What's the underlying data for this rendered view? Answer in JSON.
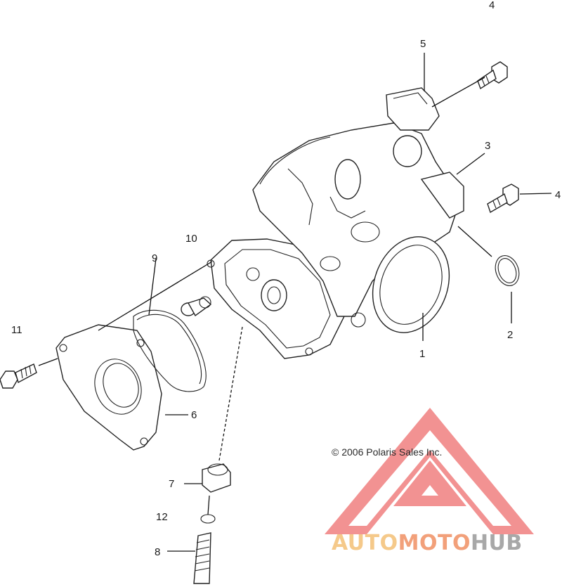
{
  "callouts": {
    "c1": "1",
    "c2": "2",
    "c3": "3",
    "c4_top": "4",
    "c4_right": "4",
    "c5": "5",
    "c6": "6",
    "c7": "7",
    "c8": "8",
    "c9": "9",
    "c10": "10",
    "c11": "11",
    "c12": "12"
  },
  "copyright": "© 2006 Polaris Sales Inc.",
  "watermark": {
    "part1": "AUTO",
    "part2": "MOTO",
    "part3": "HUB",
    "color_auto": "#f5c98a",
    "color_moto": "#f2a07a",
    "color_hub": "#a8a8a8",
    "logo_color": "#f08080"
  }
}
